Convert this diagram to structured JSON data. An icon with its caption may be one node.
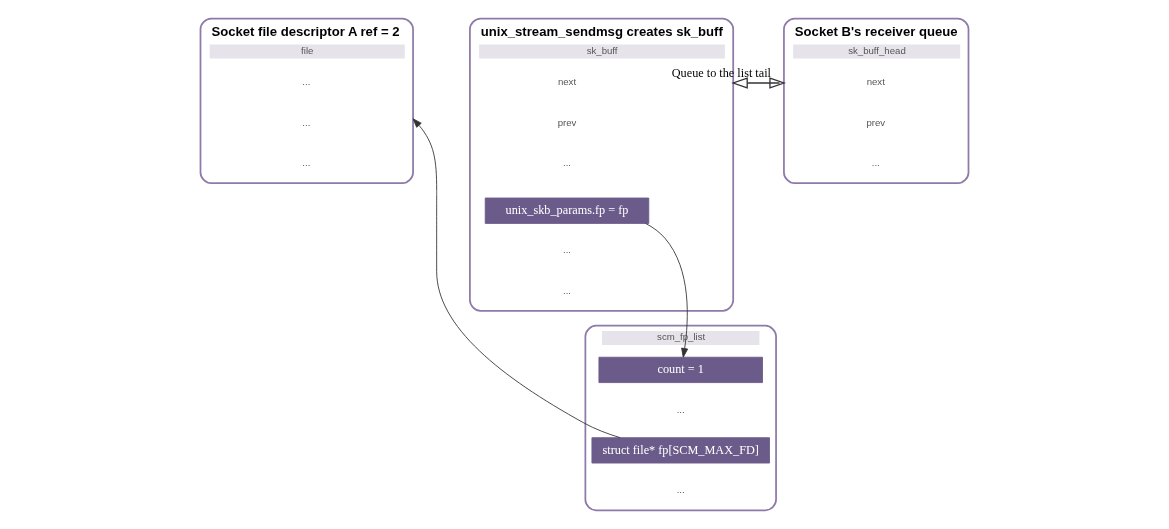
{
  "diagram": {
    "nodes": [
      {
        "text": [
          "file"
        ],
        "beside": [
          "Socket file descriptor A ref = 2"
        ]
      },
      {
        "text": [
          "..."
        ],
        "in": 0
      },
      {
        "text": [
          "..."
        ],
        "in": 0
      },
      {
        "text": [
          "..."
        ],
        "in": 0
      },
      {
        "text": [
          "sk_buff"
        ],
        "beside": [
          "unix_stream_sendmsg creates sk_buff"
        ]
      },
      {
        "text": [
          "next"
        ],
        "in": 4
      },
      {
        "text": [
          "prev"
        ],
        "in": 4
      },
      {
        "text": [
          "..."
        ],
        "in": 4
      },
      {
        "text": [
          "unix_skb_params.fp = fp"
        ],
        "in": 4
      },
      {
        "text": [
          "..."
        ],
        "in": 4
      },
      {
        "text": [
          "..."
        ],
        "in": 4
      },
      {
        "text": [
          "sk_buff_head"
        ],
        "beside": [
          "Socket B's receiver queue"
        ]
      },
      {
        "text": [
          "next"
        ],
        "in": 11
      },
      {
        "text": [
          "prev"
        ],
        "in": 11
      },
      {
        "text": [
          "..."
        ],
        "in": 11
      },
      {
        "text": [
          "scm_fp_list"
        ]
      },
      {
        "text": [
          "count = 1"
        ],
        "in": 15
      },
      {
        "text": [
          "..."
        ],
        "in": 15
      },
      {
        "text": [
          "struct file* fp[SCM_MAX_FD]"
        ],
        "in": 15
      },
      {
        "text": [
          "..."
        ],
        "in": 15
      }
    ],
    "edges": [
      {
        "from": 4,
        "to": 11,
        "arrow": "both",
        "label": "Queue to the list tail"
      },
      {
        "from": 8,
        "to": 16,
        "arrow": "to"
      },
      {
        "from": 18,
        "to": 0,
        "arrow": "to"
      }
    ]
  }
}
